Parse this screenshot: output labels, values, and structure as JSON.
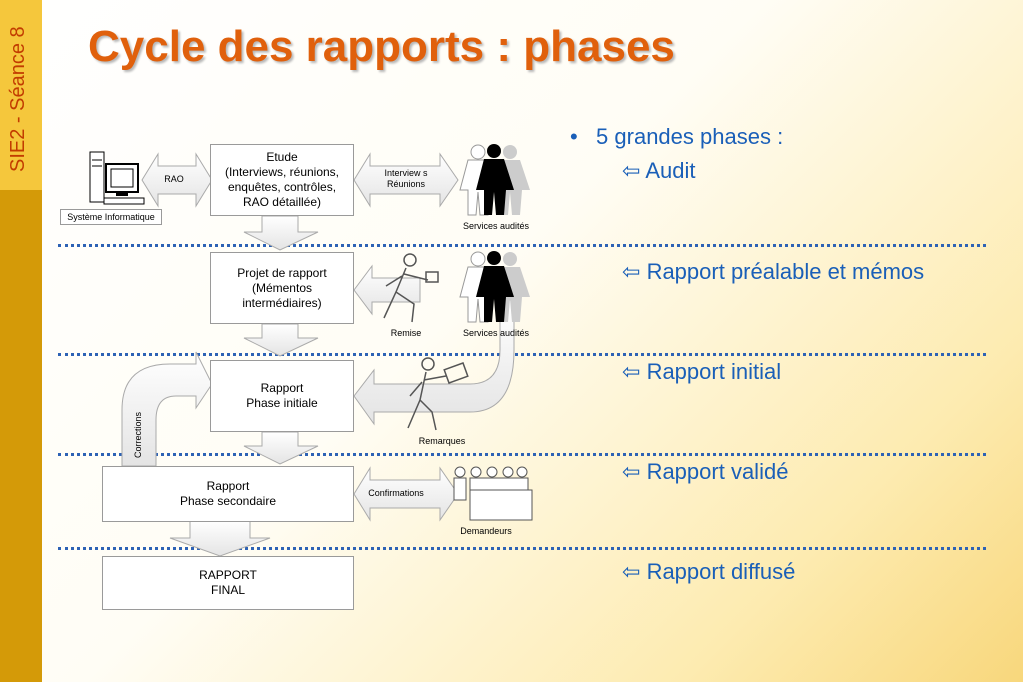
{
  "sidebar": {
    "label": "SIE2 - Séance 8"
  },
  "title": "Cycle des rapports : phases",
  "bullets": {
    "main": "5 grandes phases :",
    "marker": "•",
    "arrow_glyph": "⇦",
    "phases": [
      "Audit",
      "Rapport préalable et mémos",
      "Rapport initial",
      "Rapport validé",
      "Rapport diffusé"
    ]
  },
  "diagram": {
    "boxes": {
      "etude": "Etude\n(Interviews, réunions,\nenquêtes, contrôles,\nRAO détaillée)",
      "projet": "Projet de rapport\n(Mémentos\nintermédiaires)",
      "initiale": "Rapport\nPhase initiale",
      "secondaire": "Rapport\nPhase secondaire",
      "final": "RAPPORT\nFINAL"
    },
    "labels": {
      "rao": "RAO",
      "systeme": "Système Informatique",
      "interviews": "Interview s\nRéunions",
      "services1": "Services audités",
      "services2": "Services audités",
      "remise": "Remise",
      "remarques": "Remarques",
      "confirmations": "Confirmations",
      "demandeurs": "Demandeurs",
      "corrections": "Corrections"
    }
  },
  "colors": {
    "title": "#e0600c",
    "sidebar": "#d49a08",
    "text_blue": "#1a5fb8",
    "dots": "#2d62b5"
  }
}
